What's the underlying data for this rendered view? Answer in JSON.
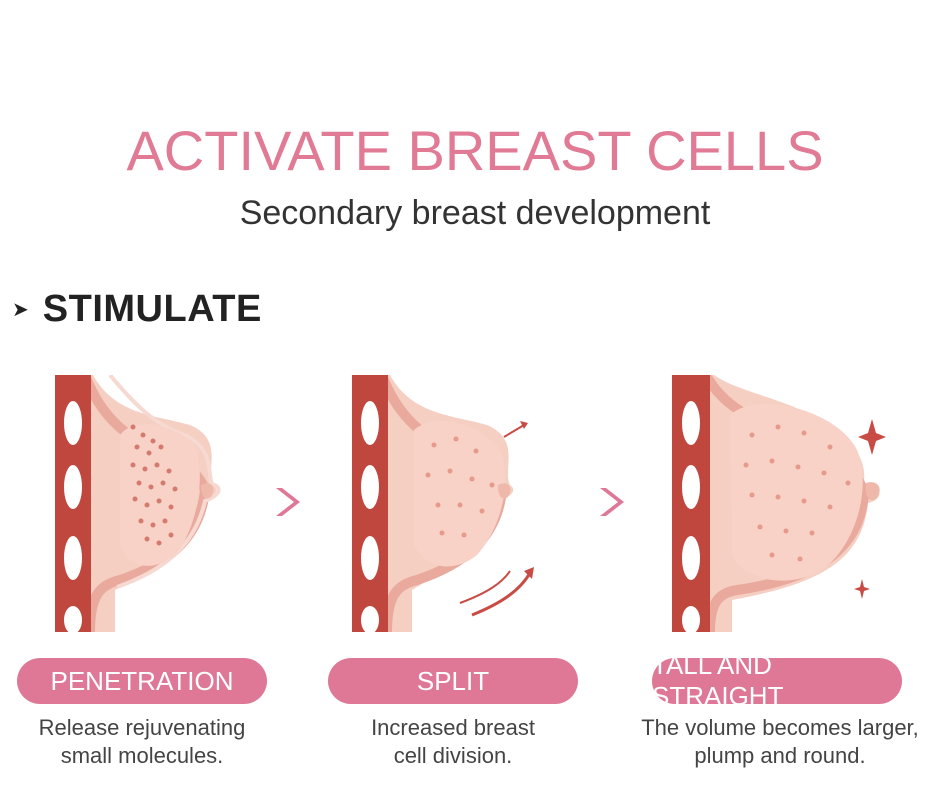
{
  "header": {
    "title": "ACTIVATE BREAST CELLS",
    "subtitle": "Secondary breast development"
  },
  "section": {
    "label": "STIMULATE",
    "icon": "play-arrow-icon"
  },
  "stages": [
    {
      "pill": "PENETRATION",
      "desc_line1": "Release rejuvenating",
      "desc_line2": "small molecules."
    },
    {
      "pill": "SPLIT",
      "desc_line1": "Increased breast",
      "desc_line2": "cell division."
    },
    {
      "pill": "TALL AND STRAIGHT",
      "desc_line1": "The volume becomes larger,",
      "desc_line2": "plump and round."
    }
  ],
  "colors": {
    "accent": "#df7896",
    "rib": "#b9473c",
    "skin": "#f3c7b9",
    "tissue": "#f8d8cc"
  }
}
